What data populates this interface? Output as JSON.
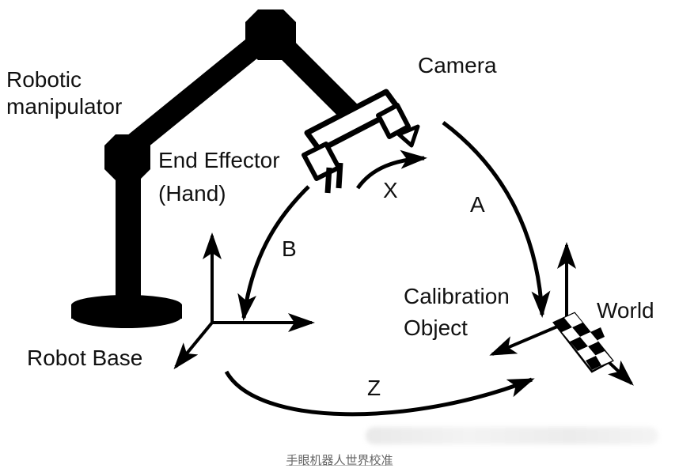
{
  "labels": {
    "robotic_manipulator": [
      "Robotic",
      "manipulator"
    ],
    "camera": "Camera",
    "end_effector": [
      "End Effector",
      "(Hand)"
    ],
    "x": "X",
    "a": "A",
    "b": "B",
    "calibration_object": [
      "Calibration",
      "Object"
    ],
    "world": "World",
    "robot_base": "Robot Base",
    "z": "Z"
  },
  "caption": "手眼机器人世界校准",
  "colors": {
    "ink": "#000000",
    "text": "#111111",
    "caption": "#666666"
  }
}
